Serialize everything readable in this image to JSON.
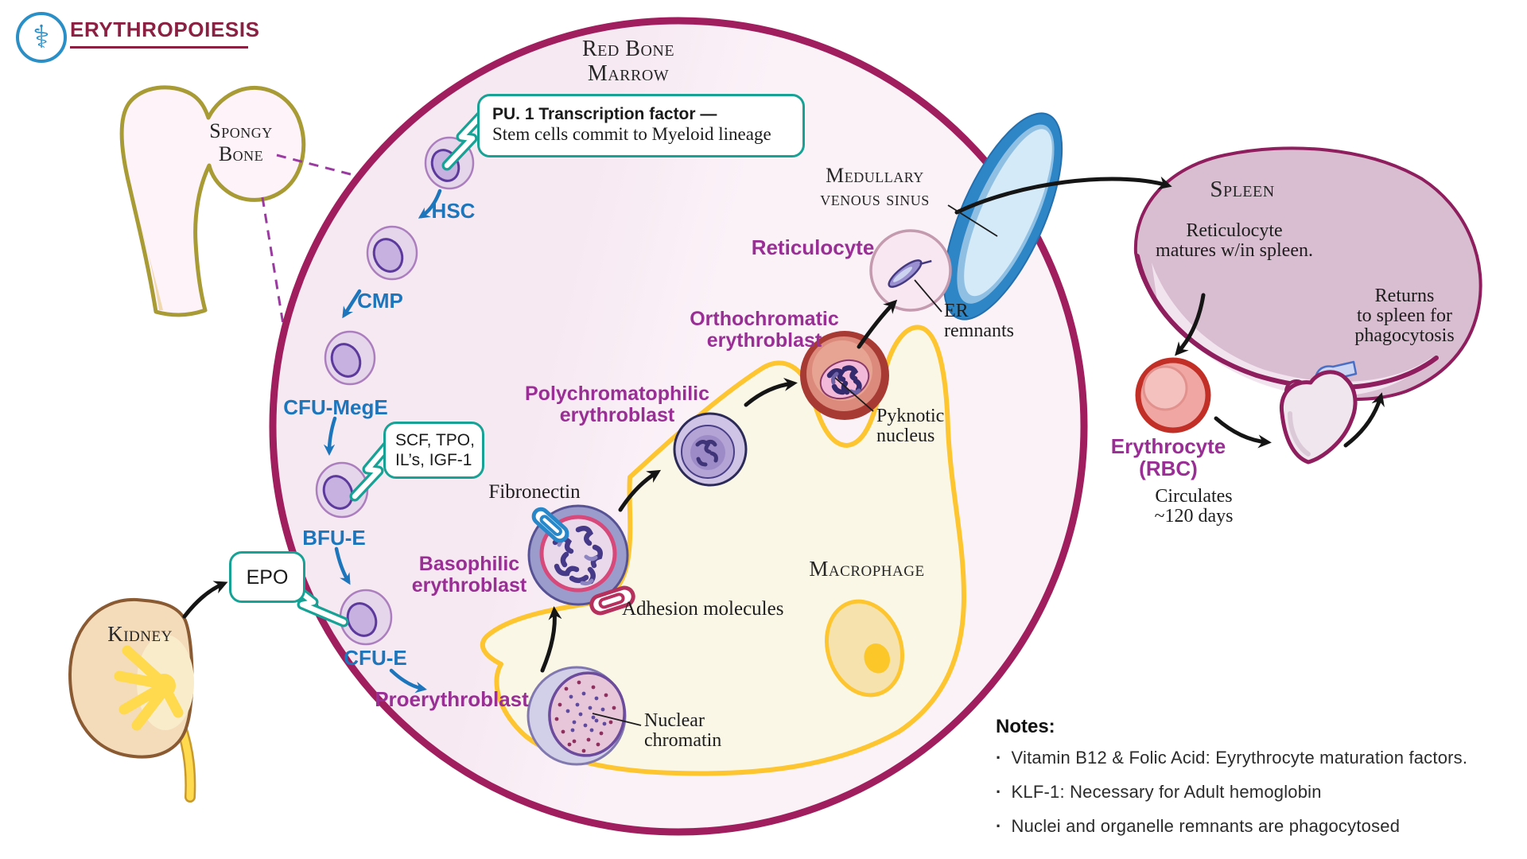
{
  "header": {
    "title": "ERYTHROPOIESIS",
    "logo_icon": "staff-of-asclepius-icon"
  },
  "regions": {
    "red_bone_marrow": "Red Bone\nMarrow",
    "spongy_bone": "Spongy\nBone",
    "medullary_venous_sinus": "Medullary\nvenous sinus",
    "kidney": "Kidney",
    "spleen": "Spleen",
    "macrophage": "Macrophage"
  },
  "stages": {
    "hsc": "HSC",
    "cmp": "CMP",
    "cfu_mege": "CFU-MegE",
    "bfu_e": "BFU-E",
    "cfu_e": "CFU-E",
    "proerythroblast": "Proerythroblast",
    "basophilic": "Basophilic\nerythroblast",
    "polychromatophilic": "Polychromatophilic\nerythroblast",
    "orthochromatic": "Orthochromatic\nerythroblast",
    "reticulocyte": "Reticulocyte",
    "erythrocyte": "Erythrocyte\n(RBC)"
  },
  "factors": {
    "pu1_title": "PU. 1 Transcription factor —",
    "pu1_desc": "Stem cells commit to Myeloid lineage",
    "scf": "SCF, TPO,\nIL’s, IGF-1",
    "epo": "EPO"
  },
  "annotations": {
    "fibronectin": "Fibronectin",
    "adhesion_molecules": "Adhesion molecules",
    "nuclear_chromatin": "Nuclear\nchromatin",
    "pyknotic_nucleus": "Pyknotic\nnucleus",
    "er_remnants": "ER\nremnants",
    "spleen_note": "Reticulocyte\nmatures w/in spleen.",
    "returns_note": "Returns\nto spleen for\nphagocytosis",
    "circulates_note": "Circulates\n~120 days"
  },
  "notes": {
    "heading": "Notes:",
    "items": [
      "Vitamin B12 & Folic Acid: Eyrythrocyte maturation factors.",
      "KLF-1: Necessary for Adult hemoglobin",
      "Nuclei and organelle remnants are phagocytosed"
    ]
  },
  "colors": {
    "title_maroon": "#8c2043",
    "marrow_border": "#a01d5e",
    "stage_blue": "#1d76bc",
    "stage_purple": "#992f94",
    "factor_teal": "#18a295",
    "macrophage_yellow": "#fdc52f",
    "sinus_blue": "#2e86c6",
    "spleen_magenta": "#8e1e5e"
  }
}
